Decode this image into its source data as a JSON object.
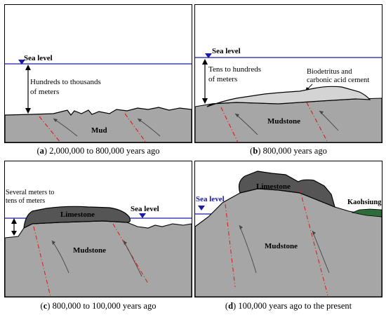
{
  "panels": [
    {
      "letter": "a",
      "caption": "2,000,000 to 800,000 years ago",
      "sea_level_label": "Sea level",
      "depth_label_1": "Hundreds to thousands",
      "depth_label_2": "of meters",
      "rock_label": "Mud"
    },
    {
      "letter": "b",
      "caption": "800,000 years ago",
      "sea_level_label": "Sea level",
      "depth_label_1": "Tens to hundreds",
      "depth_label_2": "of meters",
      "annotation_1": "Biodetritus and",
      "annotation_2": "carbonic acid cement",
      "rock_label": "Mudstone"
    },
    {
      "letter": "c",
      "caption": "800,000 to 100,000 years ago",
      "sea_level_label": "Sea level",
      "depth_label_1": "Several meters to",
      "depth_label_2": "tens of meters",
      "cap_label": "Limestone",
      "rock_label": "Mudstone"
    },
    {
      "letter": "d",
      "caption": "100,000 years ago to the present",
      "sea_level_label": "Sea level",
      "cap_label": "Limestone",
      "city_label": "Kaohsiung",
      "rock_label": "Mudstone"
    }
  ],
  "colors": {
    "sea_level_line": "#1a1aa6",
    "sediment": "#a6a6a6",
    "limestone": "#555555",
    "bioclastic": "#d4d4d4",
    "fault": "#e02020",
    "kaohsiung_land": "#2e6b3a"
  }
}
